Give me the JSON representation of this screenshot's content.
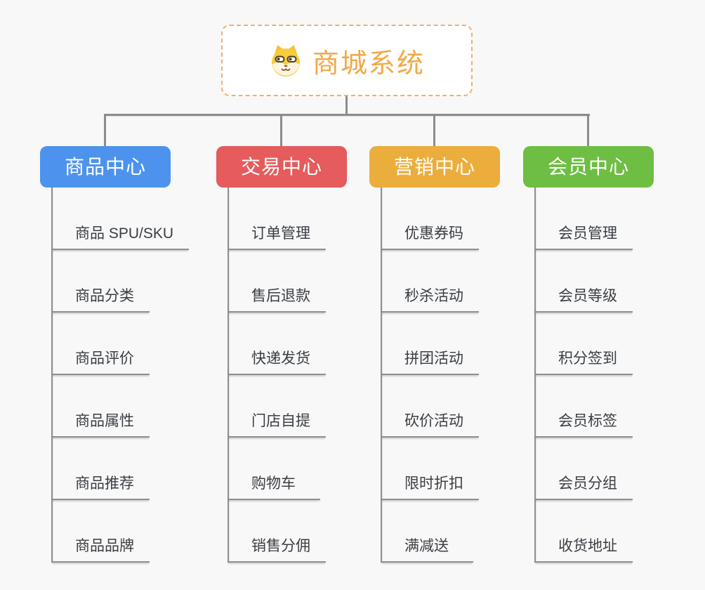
{
  "page": {
    "background_color": "#f8f8f8",
    "connector_color": "#8c8c8c",
    "item_text_color": "#3a3e43"
  },
  "root": {
    "title": "商城系统",
    "icon": "dog-face-icon",
    "title_color": "#f2a845",
    "border_color": "#f0b165"
  },
  "branches": [
    {
      "label": "商品中心",
      "color": "#4d93ee",
      "items": [
        "商品 SPU/SKU",
        "商品分类",
        "商品评价",
        "商品属性",
        "商品推荐",
        "商品品牌"
      ]
    },
    {
      "label": "交易中心",
      "color": "#e65b5b",
      "items": [
        "订单管理",
        "售后退款",
        "快递发货",
        "门店自提",
        "购物车",
        "销售分佣"
      ]
    },
    {
      "label": "营销中心",
      "color": "#ebad3c",
      "items": [
        "优惠券码",
        "秒杀活动",
        "拼团活动",
        "砍价活动",
        "限时折扣",
        "满减送"
      ]
    },
    {
      "label": "会员中心",
      "color": "#6ebe43",
      "items": [
        "会员管理",
        "会员等级",
        "积分签到",
        "会员标签",
        "会员分组",
        "收货地址"
      ]
    }
  ]
}
